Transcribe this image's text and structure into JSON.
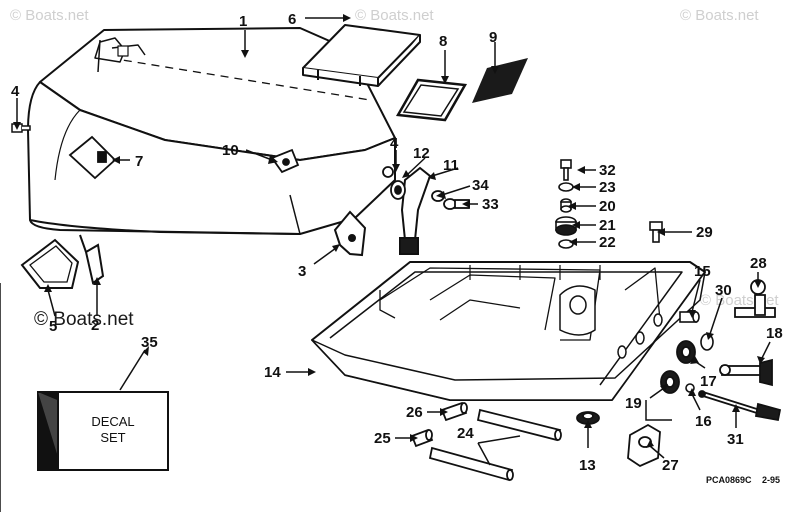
{
  "watermark": {
    "text": "Boats.net",
    "copyright_text": "© Boats.net"
  },
  "callouts": [
    "1",
    "2",
    "3",
    "4",
    "4",
    "5",
    "6",
    "7",
    "8",
    "9",
    "10",
    "11",
    "12",
    "13",
    "14",
    "15",
    "16",
    "17",
    "18",
    "19",
    "20",
    "21",
    "22",
    "23",
    "24",
    "25",
    "26",
    "27",
    "28",
    "29",
    "30",
    "31",
    "32",
    "33",
    "34",
    "35"
  ],
  "decal_box": {
    "line1": "DECAL",
    "line2": "SET"
  },
  "diagram_code": "PCA0869C",
  "diagram_date": "2-95",
  "colors": {
    "ink": "#111111",
    "watermark": "#cfcfcf",
    "dark_fill": "#1a1a1a",
    "paper": "#ffffff"
  }
}
